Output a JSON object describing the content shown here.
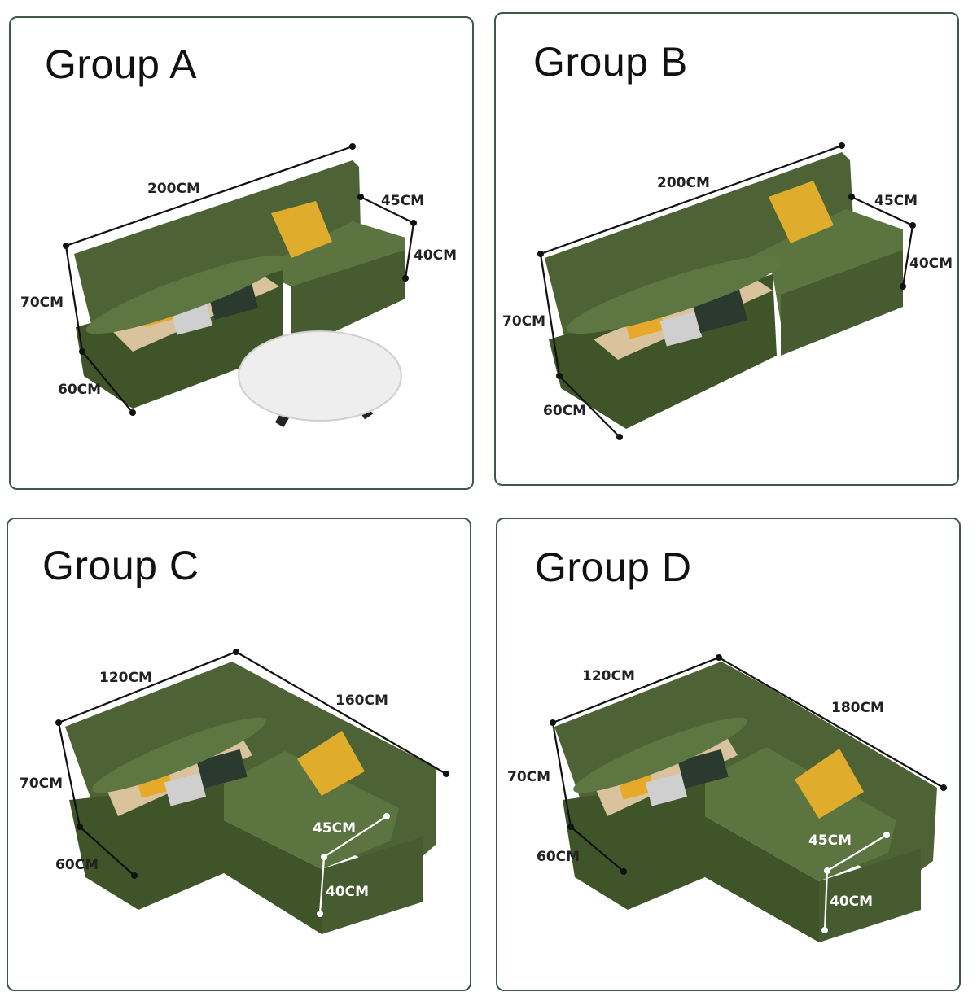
{
  "groups": [
    {
      "title": "Group A",
      "dims": {
        "length": "200CM",
        "depth_side": "45CM",
        "seat_height": "40CM",
        "back_height": "70CM",
        "depth": "60CM"
      }
    },
    {
      "title": "Group B",
      "dims": {
        "length": "200CM",
        "depth_side": "45CM",
        "seat_height": "40CM",
        "back_height": "70CM",
        "depth": "60CM"
      }
    },
    {
      "title": "Group C",
      "dims": {
        "length": "120CM",
        "side_length": "160CM",
        "back_height": "70CM",
        "depth": "60CM",
        "seat_depth": "45CM",
        "seat_height": "40CM"
      }
    },
    {
      "title": "Group D",
      "dims": {
        "length": "120CM",
        "side_length": "180CM",
        "back_height": "70CM",
        "depth": "60CM",
        "seat_depth": "45CM",
        "seat_height": "40CM"
      }
    }
  ],
  "colors": {
    "border": "#3d5a47",
    "sofa": "#4d6335",
    "sofa_dark": "#3b4f28",
    "pillow": "#e0ac2c",
    "table_top": "#eeeeee"
  }
}
